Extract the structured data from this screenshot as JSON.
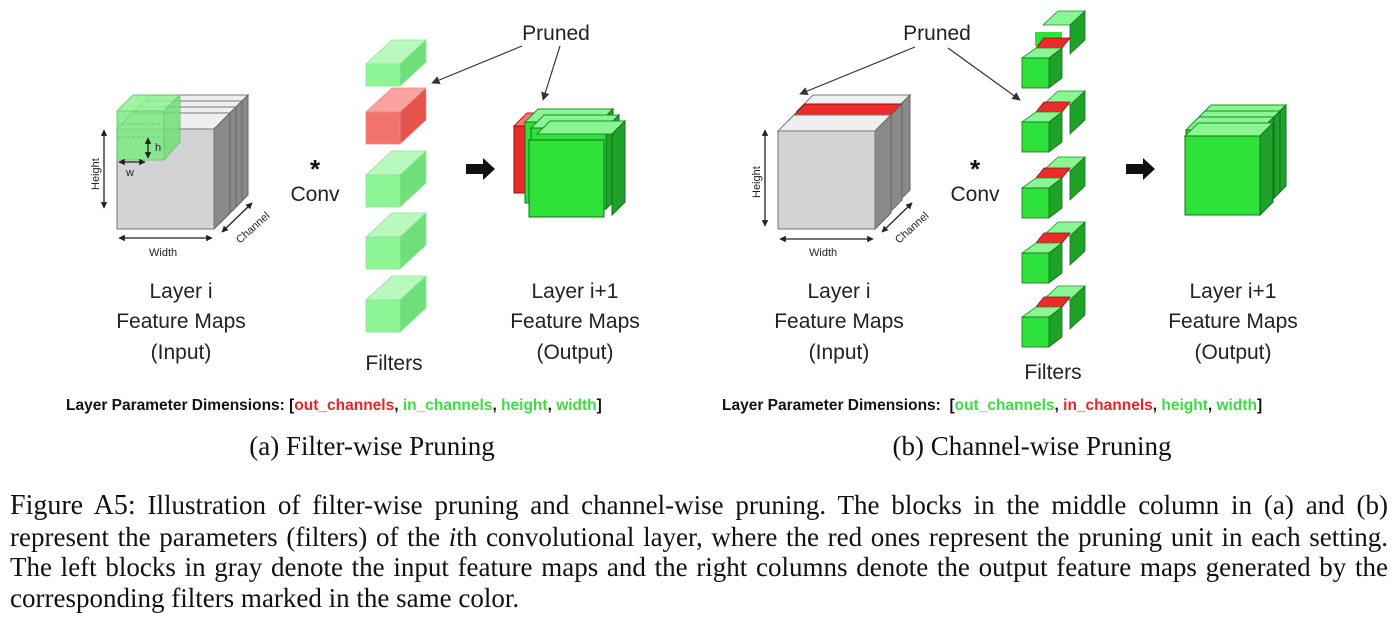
{
  "panel_a": {
    "pruned_label": "Pruned",
    "input": {
      "line1": "Layer i",
      "line2": "Feature Maps",
      "line3": "(Input)"
    },
    "dims": {
      "height": "Height",
      "width": "Width",
      "channel": "Channel",
      "h": "h",
      "w": "w"
    },
    "conv_star": "*",
    "conv_label": "Conv",
    "filters_label": "Filters",
    "output": {
      "line1": "Layer i+1",
      "line2": "Feature Maps",
      "line3": "(Output)"
    },
    "params": {
      "prefix": "Layer Parameter Dimensions: ",
      "open": "[",
      "p1": "out_channels",
      "c1": ", ",
      "p2": "in_channels",
      "c2": ", ",
      "p3": "height",
      "c3": ", ",
      "p4": "width",
      "close": "]"
    },
    "subcaption": "(a) Filter-wise Pruning"
  },
  "panel_b": {
    "pruned_label": "Pruned",
    "input": {
      "line1": "Layer i",
      "line2": "Feature Maps",
      "line3": "(Input)"
    },
    "dims": {
      "height": "Height",
      "width": "Width",
      "channel": "Channel"
    },
    "conv_star": "*",
    "conv_label": "Conv",
    "filters_label": "Filters",
    "output": {
      "line1": "Layer i+1",
      "line2": "Feature Maps",
      "line3": "(Output)"
    },
    "params": {
      "prefix": "Layer Parameter Dimensions:  ",
      "open": "[",
      "p1": "out_channels",
      "c1": ", ",
      "p2": "in_channels",
      "c2": ", ",
      "p3": "height",
      "c3": ", ",
      "p4": "width",
      "close": "]"
    },
    "subcaption": "(b) Channel-wise Pruning"
  },
  "caption": {
    "label": "Figure A5:",
    "part1": " Illustration of filter-wise pruning and channel-wise pruning. The blocks in the middle column in (a) and (b) represent the parameters (filters) of the ",
    "italic": "i",
    "part2": "th convolutional layer, where the red ones represent the pruning unit in each setting. The left blocks in gray denote the input feature maps and the right columns denote the output feature maps generated by the corresponding filters marked in the same color."
  },
  "colors": {
    "green": "#2ee23a",
    "green_light": "#8ef594",
    "red": "#ee2b2b",
    "red_light": "#f3726c",
    "gray_front": "#d3d3d3",
    "gray_dark": "#8e8e8e",
    "param_red": "#e8242a",
    "param_green": "#3ddc45"
  }
}
